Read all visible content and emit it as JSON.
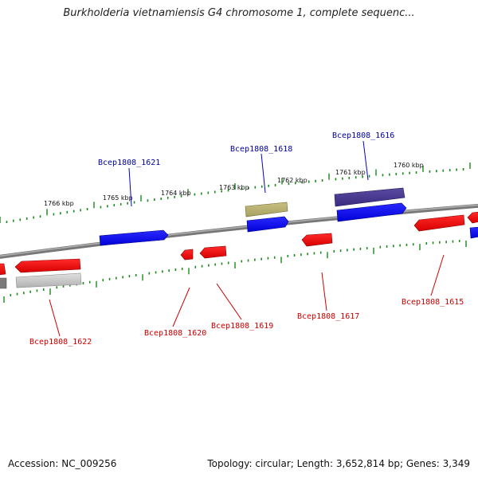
{
  "title": "Burkholderia vietnamiensis G4 chromosome 1, complete sequenc...",
  "footer": {
    "accession": "Accession: NC_009256",
    "summary": "Topology: circular; Length: 3,652,814 bp; Genes: 3,349"
  },
  "colors": {
    "forward_gene": "#0000ee",
    "reverse_gene": "#ee0000",
    "forward_label": "#000099",
    "reverse_label": "#cc0000",
    "tick": "#1a8a1a",
    "backbone": "#777777"
  },
  "ruler_labels": [
    "1766 kbp",
    "1765 kbp",
    "1764 kbp",
    "1763 kbp",
    "1762 kbp",
    "1761 kbp",
    "1760 kbp"
  ],
  "gene_labels": {
    "forward": [
      "Bcep1808_1621",
      "Bcep1808_1618",
      "Bcep1808_1616"
    ],
    "reverse": [
      "Bcep1808_1622",
      "Bcep1808_1620",
      "Bcep1808_1619",
      "Bcep1808_1617",
      "Bcep1808_1615"
    ]
  }
}
